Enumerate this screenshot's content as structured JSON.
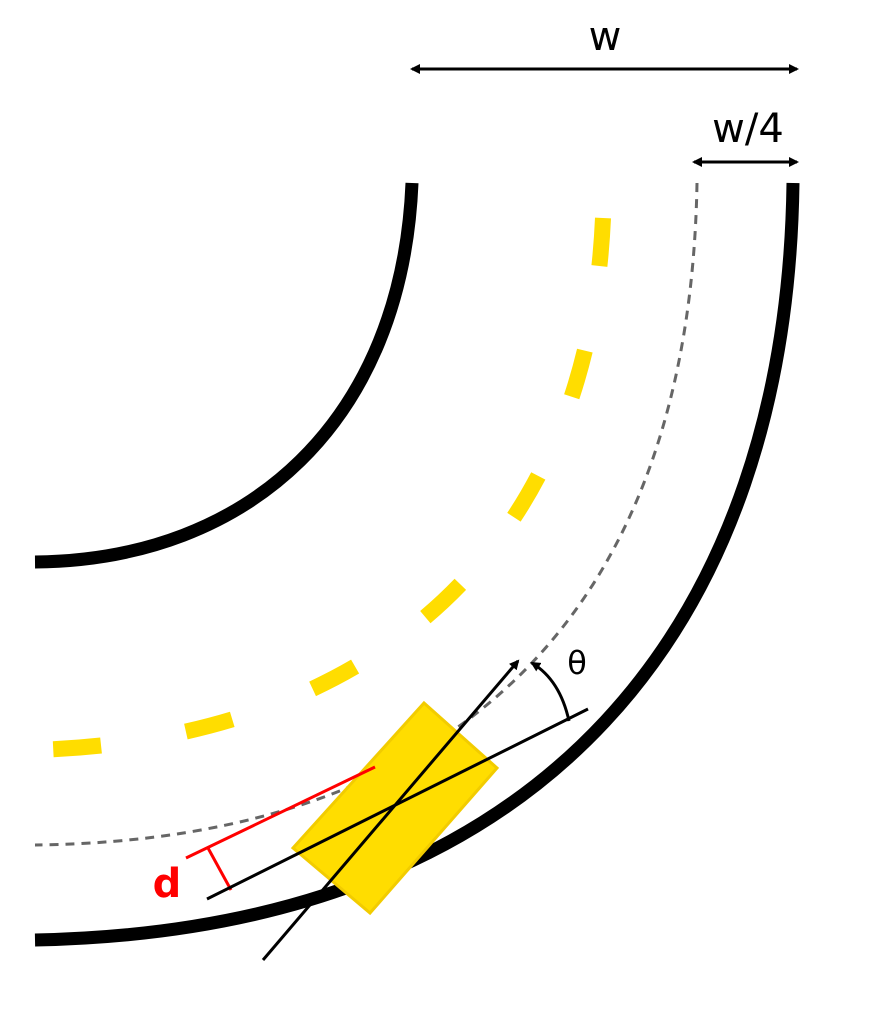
{
  "labels": {
    "width": "w",
    "quarter_width": "w/4",
    "angle": "θ",
    "distance": "d"
  },
  "colors": {
    "road_edge": "#000000",
    "center_dashes": "#FFDD00",
    "reference_line": "#666666",
    "vehicle": "#FFDD00",
    "vehicle_outline": "#F2CC00",
    "distance_marker": "#FF0000",
    "annotation": "#000000"
  }
}
